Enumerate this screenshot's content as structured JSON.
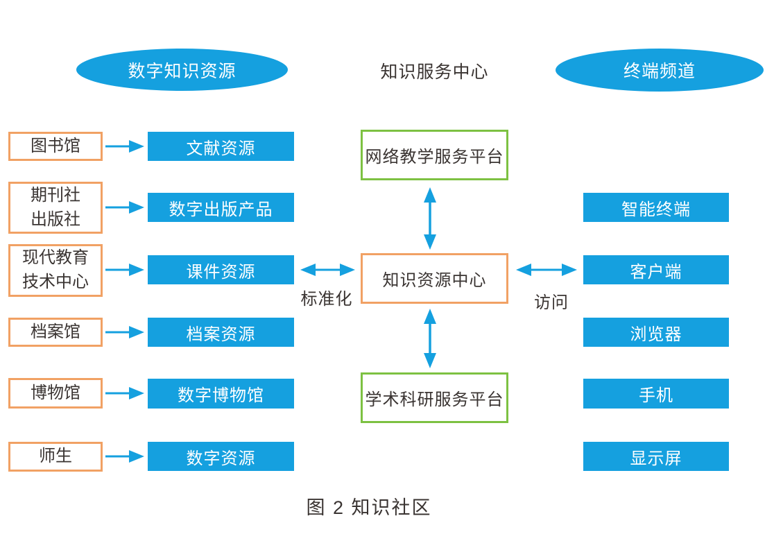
{
  "diagram": {
    "header": {
      "left_ellipse": "数字知识资源",
      "center_title": "知识服务中心",
      "right_ellipse": "终端频道"
    },
    "sources": [
      "图书馆",
      "期刊社\n出版社",
      "现代教育\n技术中心",
      "档案馆",
      "博物馆",
      "师生"
    ],
    "resources": [
      "文献资源",
      "数字出版产品",
      "课件资源",
      "档案资源",
      "数字博物馆",
      "数字资源"
    ],
    "center_nodes": [
      "网络教学服务平台",
      "知识资源中心",
      "学术科研服务平台"
    ],
    "terminals": [
      "智能终端",
      "客户端",
      "浏览器",
      "手机",
      "显示屏"
    ],
    "edge_labels": {
      "standardization": "标准化",
      "access": "访问"
    },
    "caption": "图 2 知识社区",
    "colors": {
      "blue": "#15A0DF",
      "orange_border": "#F1A164",
      "green_border": "#7DC142",
      "text": "#3A3432",
      "background": "#FFFFFF"
    }
  }
}
